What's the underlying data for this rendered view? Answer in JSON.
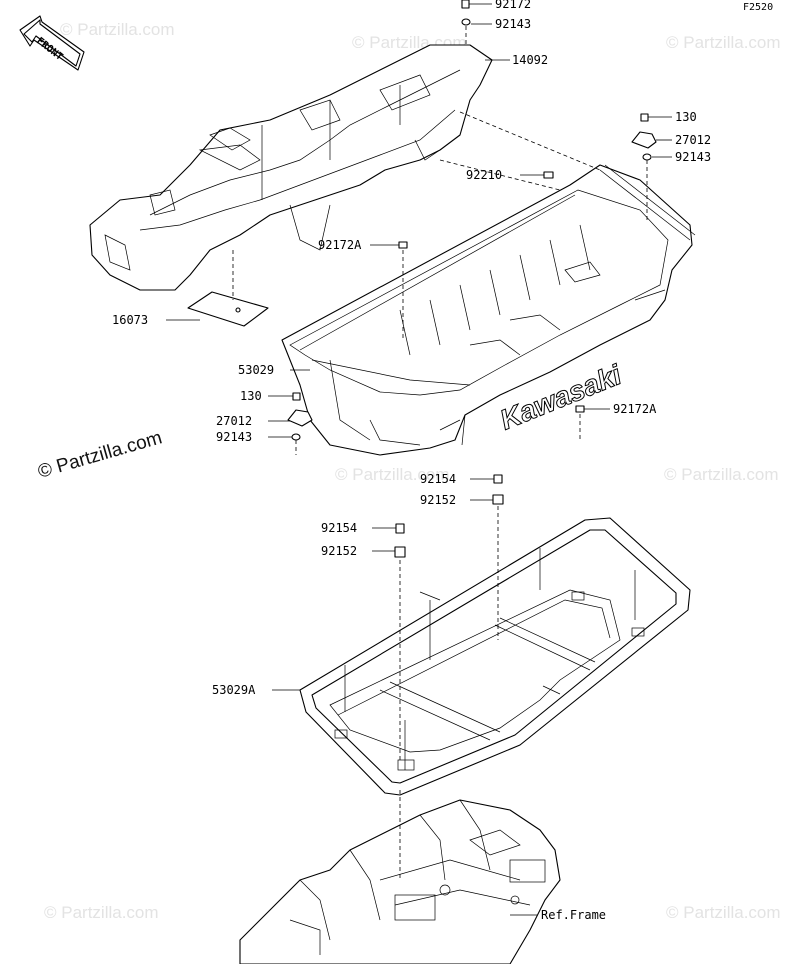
{
  "diagram": {
    "code": "F2520",
    "front_arrow": "FRONT",
    "brand_text": "Kawasaki",
    "watermark_main": "© Partzilla.com",
    "watermark_faint": "© Partzilla.com"
  },
  "labels": {
    "p92172": "92172",
    "p92143_top": "92143",
    "p14092": "14092",
    "p130_right": "130",
    "p27012_right": "27012",
    "p92143_right": "92143",
    "p92210": "92210",
    "p92172A_left": "92172A",
    "p16073": "16073",
    "p53029": "53029",
    "p130_left": "130",
    "p27012_left": "27012",
    "p92143_left": "92143",
    "p92172A_right": "92172A",
    "p92154_right": "92154",
    "p92152_right": "92152",
    "p92154_left": "92154",
    "p92152_left": "92152",
    "p53029A": "53029A",
    "ref_frame": "Ref.Frame"
  }
}
